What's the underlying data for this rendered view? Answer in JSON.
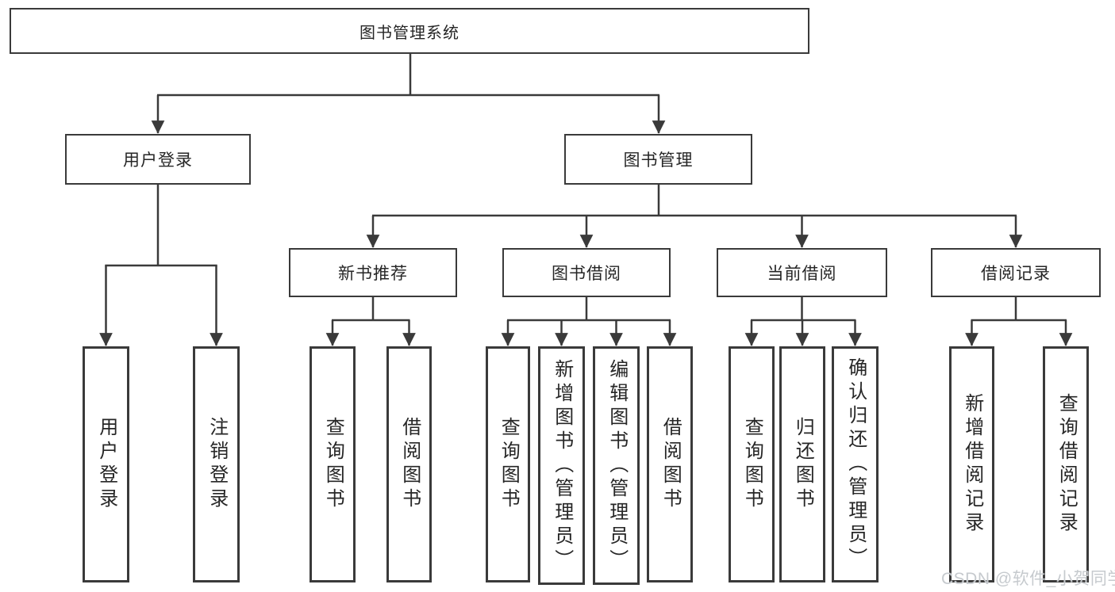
{
  "tree": {
    "root": "图书管理系统",
    "l2": {
      "userLogin": "用户登录",
      "bookMgmt": "图书管理"
    },
    "l3": {
      "newBooks": "新书推荐",
      "bookBorrow": "图书借阅",
      "currentBorrow": "当前借阅",
      "borrowRecords": "借阅记录"
    },
    "leaves": {
      "userLogin": [
        "用户登录",
        "注销登录"
      ],
      "newBooks": [
        "查询图书",
        "借阅图书"
      ],
      "bookBorrow": [
        "查询图书",
        "新增图书（管理员）",
        "编辑图书（管理员）",
        "借阅图书"
      ],
      "currentBorrow": [
        "查询图书",
        "归还图书",
        "确认归还（管理员）"
      ],
      "borrowRecords": [
        "新增借阅记录",
        "查询借阅记录"
      ]
    }
  },
  "watermark": "CSDN @软件_小贺同学",
  "colors": {
    "line": "#3a3a3a",
    "text": "#262626",
    "watermark": "#c3c7cb",
    "background": "#ffffff"
  }
}
